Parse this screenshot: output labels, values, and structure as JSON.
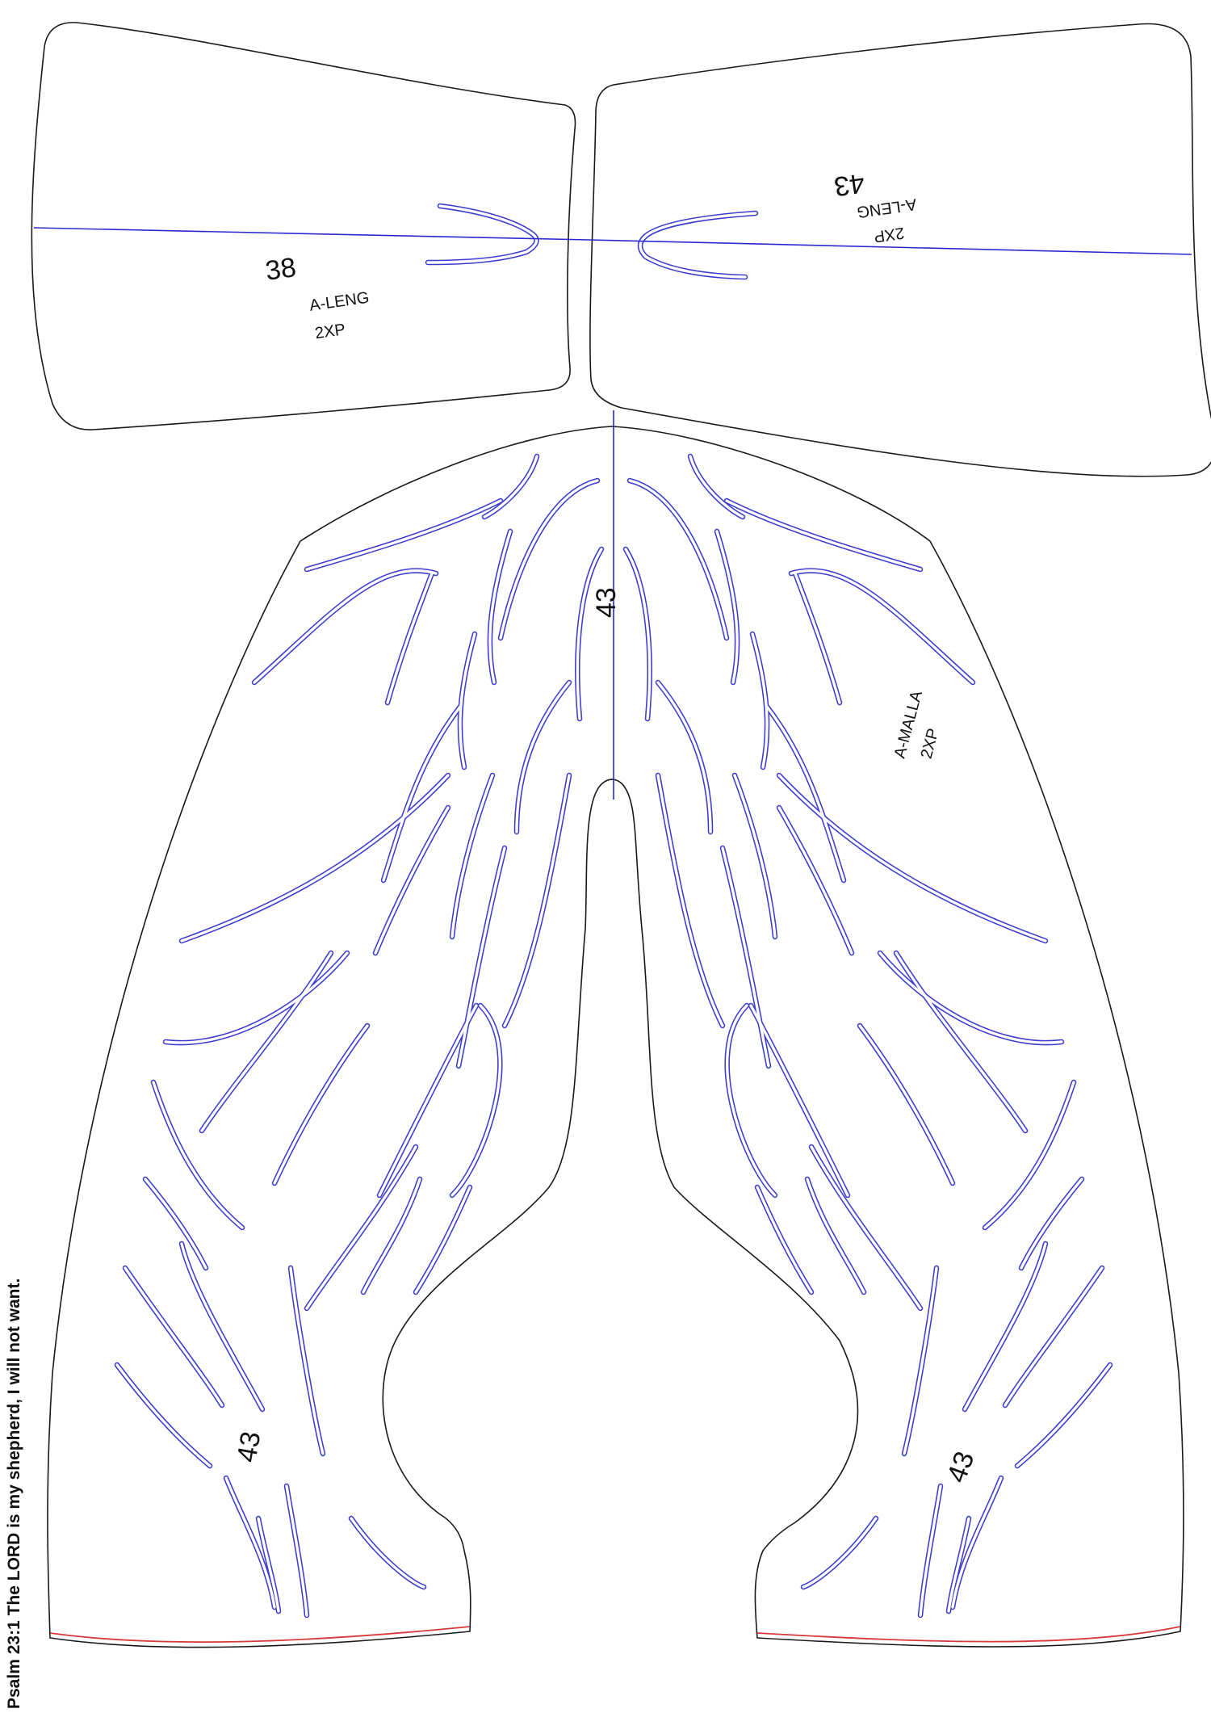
{
  "pieces": {
    "front_left": {
      "size": "38",
      "name": "A-LENG",
      "qty": "2XP"
    },
    "front_right": {
      "size": "43",
      "name": "A-LENG",
      "qty": "2XP"
    },
    "pants": {
      "size_center": "43",
      "size_left_leg": "43",
      "size_right_leg": "43",
      "name": "A-MALLA",
      "qty": "2XP"
    }
  },
  "footer": {
    "verse": "Psalm 23:1 The LORD is my shepherd, I will not want."
  },
  "colors": {
    "outline": "#1a1a1a",
    "groove": "#3c3ccf",
    "guide_line": "#2a2ad0",
    "hem": "#d63a3a"
  }
}
